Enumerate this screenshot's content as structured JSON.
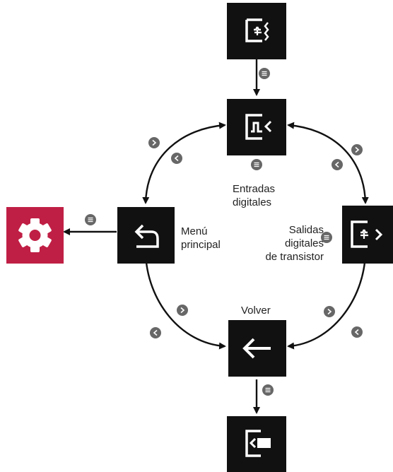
{
  "tiles": {
    "top": {
      "icon": "transistor-output-screen-icon"
    },
    "entradas": {
      "icon": "digital-input-pulse-icon"
    },
    "salidas": {
      "icon": "transistor-output-icon"
    },
    "menu": {
      "icon": "return-arrow-icon"
    },
    "volver": {
      "icon": "back-arrow-icon"
    },
    "bottom": {
      "icon": "exit-screen-icon"
    },
    "settings": {
      "icon": "gear-icon"
    }
  },
  "labels": {
    "entradas_line1": "Entradas",
    "entradas_line2": "digitales",
    "salidas_line1": "Salidas",
    "salidas_line2": "digitales",
    "salidas_line3": "de transistor",
    "menu_line1": "Menú",
    "menu_line2": "principal",
    "volver": "Volver"
  },
  "badges": {
    "ok": "ok-button-icon",
    "next": "next-button-icon",
    "prev": "prev-button-icon"
  },
  "colors": {
    "tile": "#111111",
    "settings_tile": "#c01f45",
    "badge": "#676767",
    "arrow": "#111111"
  }
}
